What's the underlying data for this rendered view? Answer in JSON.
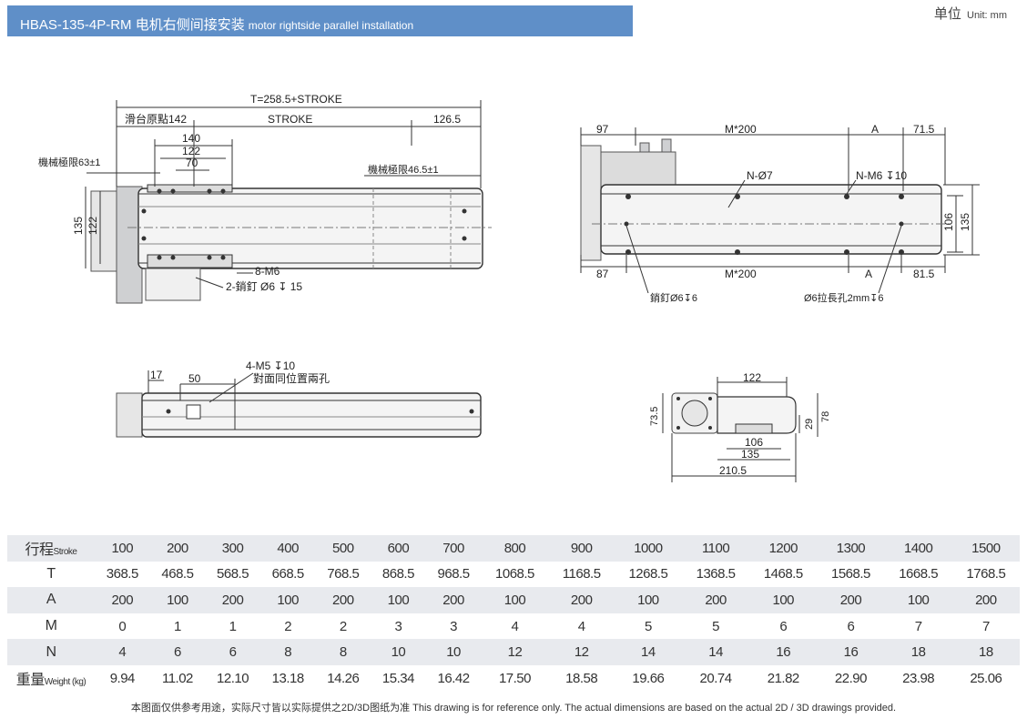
{
  "header": {
    "title": "HBAS-135-4P-RM 电机右侧间接安装",
    "title_en": "motor rightside parallel installation",
    "unit_label": "单位",
    "unit_value": "Unit: mm",
    "bar_color": "#5f8fc8"
  },
  "drawing": {
    "top_view": {
      "total_length": "T=258.5+STROKE",
      "home_label": "滑台原點142",
      "stroke_label": "STROKE",
      "right_end": "126.5",
      "dim_140": "140",
      "dim_122": "122",
      "dim_70": "70",
      "limit_left": "機械極限63±1",
      "limit_right": "機械極限46.5±1",
      "height_135": "135",
      "height_122": "122",
      "screw_label": "8-M6",
      "pin_label": "2-銷釘 Ø6 ↧ 15"
    },
    "bottom_view": {
      "dim_97": "97",
      "m200_top": "M*200",
      "a_top": "A",
      "dim_71_5": "71.5",
      "n_holes": "N-Ø7",
      "n_threads": "N-M6 ↧10",
      "dim_106": "106",
      "dim_135": "135",
      "dim_87": "87",
      "m200_bottom": "M*200",
      "a_bottom": "A",
      "dim_81_5": "81.5",
      "pin_hole": "銷釘Ø6↧6",
      "slot_hole": "Ø6拉長孔2mm↧6"
    },
    "side_view": {
      "dim_17": "17",
      "dim_50": "50",
      "thread_label": "4-M5 ↧10",
      "thread_note": "對面同位置兩孔"
    },
    "end_view": {
      "dim_122": "122",
      "dim_73_5": "73.5",
      "dim_29": "29",
      "dim_78": "78",
      "dim_106": "106",
      "dim_135": "135",
      "dim_210_5": "210.5"
    }
  },
  "spec_table": {
    "rows": [
      {
        "label": "行程",
        "sub": "Stroke",
        "values": [
          "100",
          "200",
          "300",
          "400",
          "500",
          "600",
          "700",
          "800",
          "900",
          "1000",
          "1100",
          "1200",
          "1300",
          "1400",
          "1500"
        ]
      },
      {
        "label": "T",
        "sub": "",
        "values": [
          "368.5",
          "468.5",
          "568.5",
          "668.5",
          "768.5",
          "868.5",
          "968.5",
          "1068.5",
          "1168.5",
          "1268.5",
          "1368.5",
          "1468.5",
          "1568.5",
          "1668.5",
          "1768.5"
        ]
      },
      {
        "label": "A",
        "sub": "",
        "values": [
          "200",
          "100",
          "200",
          "100",
          "200",
          "100",
          "200",
          "100",
          "200",
          "100",
          "200",
          "100",
          "200",
          "100",
          "200"
        ]
      },
      {
        "label": "M",
        "sub": "",
        "values": [
          "0",
          "1",
          "1",
          "2",
          "2",
          "3",
          "3",
          "4",
          "4",
          "5",
          "5",
          "6",
          "6",
          "7",
          "7"
        ]
      },
      {
        "label": "N",
        "sub": "",
        "values": [
          "4",
          "6",
          "6",
          "8",
          "8",
          "10",
          "10",
          "12",
          "12",
          "14",
          "14",
          "16",
          "16",
          "18",
          "18"
        ]
      },
      {
        "label": "重量",
        "sub": "Weight (kg)",
        "values": [
          "9.94",
          "11.02",
          "12.10",
          "13.18",
          "14.26",
          "15.34",
          "16.42",
          "17.50",
          "18.58",
          "19.66",
          "20.74",
          "21.82",
          "22.90",
          "23.98",
          "25.06"
        ]
      }
    ]
  },
  "footer": {
    "note": "本图面仅供参考用途，实际尺寸皆以实际提供之2D/3D图纸为准 This drawing is for reference only. The actual dimensions are based on the actual 2D / 3D drawings provided."
  }
}
